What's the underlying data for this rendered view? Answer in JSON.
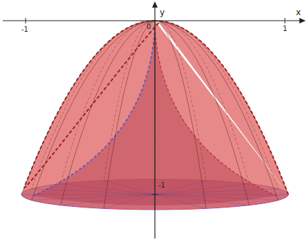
{
  "diagram": {
    "labels": [
      "y",
      "x",
      "-1",
      "0",
      "1",
      "-1"
    ]
  }
}
